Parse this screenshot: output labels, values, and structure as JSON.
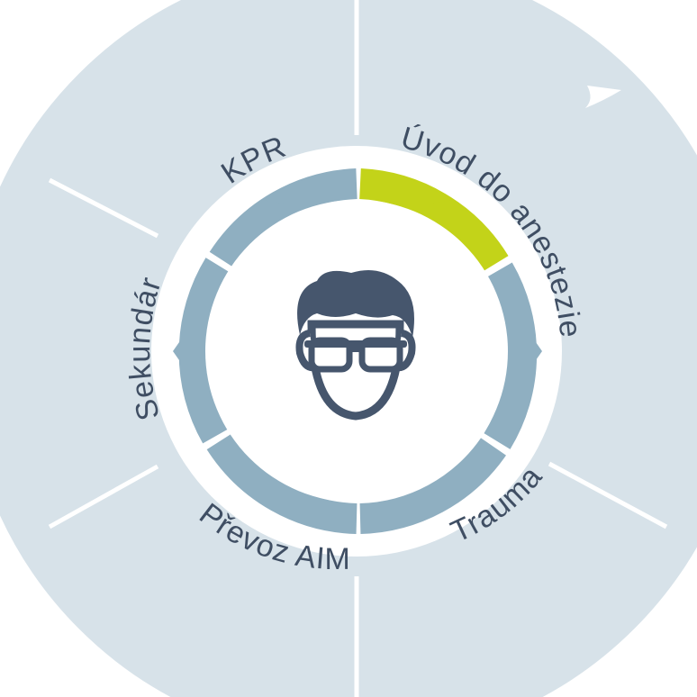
{
  "diagram": {
    "segments": [
      {
        "id": "kpr",
        "label": "KPR",
        "active": false
      },
      {
        "id": "uvod",
        "label": "Úvod do anestezie",
        "active": true
      },
      {
        "id": "trauma",
        "label": "Trauma",
        "active": false
      },
      {
        "id": "prevoz",
        "label": "Převoz AIM",
        "active": false
      },
      {
        "id": "sekundar",
        "label": "Sekundár",
        "active": false
      }
    ],
    "center_icon": "person-with-glasses-icon"
  },
  "colors": {
    "outer_ring": "#d7e2e9",
    "inner_ring": "#8fafc1",
    "active": "#c3d319",
    "text": "#3f4e63",
    "icon": "#46566d",
    "background": "#ffffff"
  }
}
